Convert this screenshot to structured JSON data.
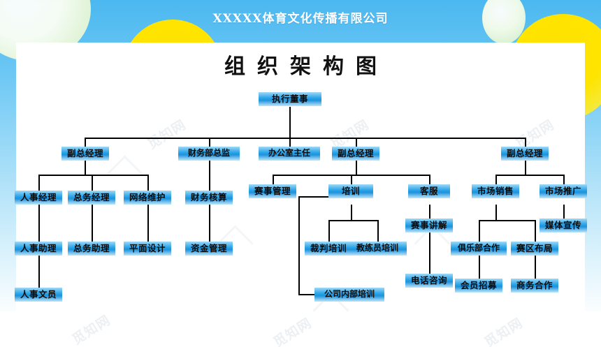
{
  "header": {
    "company_name": "XXXXX体育文化传播有限公司",
    "chart_title": "组织架构图"
  },
  "watermarks": [
    "觅知网",
    "觅知网",
    "觅知网",
    "觅知网",
    "觅知网",
    "觅知网"
  ],
  "colors": {
    "node_fill_top": "#9fd8f7",
    "node_fill_mid": "#2aa4e8",
    "node_fill_bottom": "#bfe6fa",
    "connector": "#000000",
    "sky_top": "#4bb8f0",
    "sun_yellow": "#ffe200",
    "canvas": "#ffffff",
    "title_text": "#111111",
    "company_text": "#ffffff"
  },
  "chart_data": {
    "type": "diagram",
    "title": "组织架构图",
    "subtitle": "XXXXX体育文化传播有限公司",
    "orientation": "top-down",
    "nodes": [
      {
        "id": "n0",
        "label": "执行董事",
        "level": 0,
        "parent": null
      },
      {
        "id": "n1",
        "label": "副总经理",
        "level": 1,
        "parent": "n0"
      },
      {
        "id": "n2",
        "label": "财务部总监",
        "level": 1,
        "parent": "n0"
      },
      {
        "id": "n3",
        "label": "办公室主任",
        "level": 1,
        "parent": "n0"
      },
      {
        "id": "n4",
        "label": "副总经理",
        "level": 1,
        "parent": "n0"
      },
      {
        "id": "n5",
        "label": "副总经理",
        "level": 1,
        "parent": "n0"
      },
      {
        "id": "n6",
        "label": "人事经理",
        "level": 2,
        "parent": "n1"
      },
      {
        "id": "n7",
        "label": "总务经理",
        "level": 2,
        "parent": "n1"
      },
      {
        "id": "n8",
        "label": "网络维护",
        "level": 2,
        "parent": "n1"
      },
      {
        "id": "n9",
        "label": "财务核算",
        "level": 2,
        "parent": "n2"
      },
      {
        "id": "n10",
        "label": "赛事管理",
        "level": 2,
        "parent": "n4"
      },
      {
        "id": "n11",
        "label": "培训",
        "level": 2,
        "parent": "n4"
      },
      {
        "id": "n12",
        "label": "客服",
        "level": 2,
        "parent": "n4"
      },
      {
        "id": "n13",
        "label": "市场销售",
        "level": 2,
        "parent": "n5"
      },
      {
        "id": "n14",
        "label": "市场推广",
        "level": 2,
        "parent": "n5"
      },
      {
        "id": "n15",
        "label": "人事助理",
        "level": 3,
        "parent": "n6"
      },
      {
        "id": "n16",
        "label": "总务助理",
        "level": 3,
        "parent": "n7"
      },
      {
        "id": "n17",
        "label": "平面设计",
        "level": 3,
        "parent": "n8"
      },
      {
        "id": "n18",
        "label": "资金管理",
        "level": 3,
        "parent": "n9"
      },
      {
        "id": "n19",
        "label": "赛事讲解",
        "level": 3,
        "parent": "n12"
      },
      {
        "id": "n20",
        "label": "裁判培训",
        "level": 3,
        "parent": "n11"
      },
      {
        "id": "n21",
        "label": "教练员培训",
        "level": 3,
        "parent": "n11"
      },
      {
        "id": "n22",
        "label": "俱乐部合作",
        "level": 3,
        "parent": "n13"
      },
      {
        "id": "n23",
        "label": "赛区布局",
        "level": 3,
        "parent": "n13"
      },
      {
        "id": "n24",
        "label": "媒体宣传",
        "level": 3,
        "parent": "n14"
      },
      {
        "id": "n25",
        "label": "人事文员",
        "level": 4,
        "parent": "n15"
      },
      {
        "id": "n26",
        "label": "电话咨询",
        "level": 4,
        "parent": "n19"
      },
      {
        "id": "n27",
        "label": "会员招募",
        "level": 4,
        "parent": "n22"
      },
      {
        "id": "n28",
        "label": "商务合作",
        "level": 4,
        "parent": "n23"
      },
      {
        "id": "n29",
        "label": "公司内部培训",
        "level": 4,
        "parent": "n11"
      }
    ]
  }
}
